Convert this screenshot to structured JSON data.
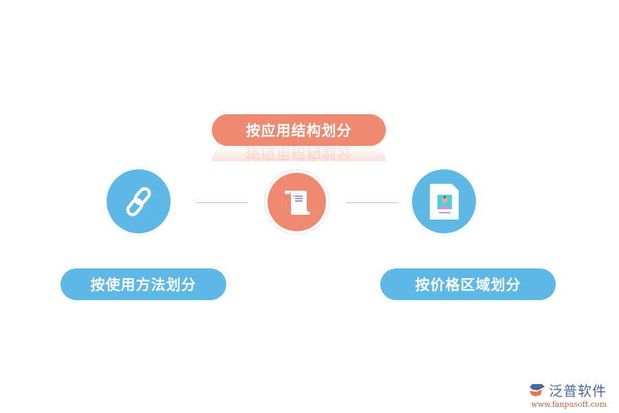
{
  "diagram": {
    "center_node": {
      "label": "按应用结构划分",
      "icon": "scroll-document-icon",
      "color": "#ef8a72"
    },
    "left_node": {
      "label": "按使用方法划分",
      "icon": "chain-link-icon",
      "color": "#5db8e6"
    },
    "right_node": {
      "label": "按价格区域划分",
      "icon": "profile-document-icon",
      "color": "#5db8e6"
    },
    "connector_color": "#b9b9b9"
  },
  "logo": {
    "name": "泛普软件",
    "url": "www.fanpusoft.com"
  }
}
